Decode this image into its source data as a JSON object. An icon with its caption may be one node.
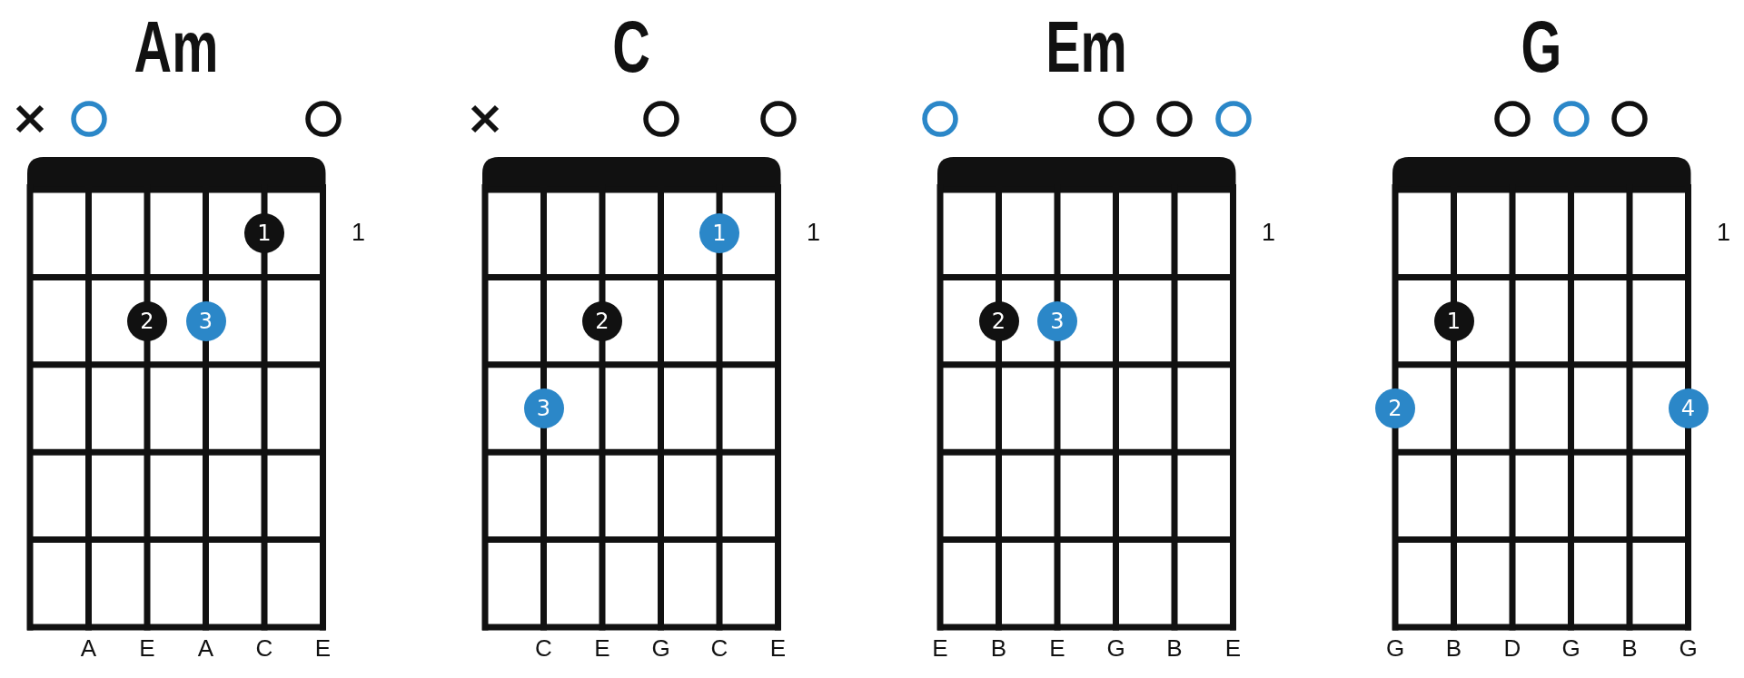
{
  "diagram": {
    "nodes": [
      {
        "text": [
          "Am"
        ],
        "beside": [
          "1"
        ]
      },
      {
        "text": [
          "1"
        ],
        "in": 0
      },
      {
        "text": [
          "2"
        ],
        "in": 0
      },
      {
        "text": [
          "3"
        ],
        "in": 0
      },
      {
        "text": [
          "C"
        ],
        "beside": [
          "1"
        ]
      },
      {
        "text": [
          "1"
        ],
        "in": 4
      },
      {
        "text": [
          "2"
        ],
        "in": 4
      },
      {
        "text": [
          "3"
        ],
        "in": 4
      },
      {
        "text": [
          "Em"
        ],
        "beside": [
          "1"
        ]
      },
      {
        "text": [
          "2"
        ],
        "in": 8
      },
      {
        "text": [
          "3"
        ],
        "in": 8
      },
      {
        "text": [
          "G"
        ],
        "beside": [
          "1"
        ]
      },
      {
        "text": [
          "1"
        ],
        "in": 11
      },
      {
        "text": [
          "2"
        ],
        "in": 11
      },
      {
        "text": [
          "4"
        ],
        "in": 11
      }
    ],
    "labels": [
      "A",
      "E",
      "A",
      "C",
      "E",
      "C",
      "E",
      "G",
      "C",
      "E",
      "E",
      "B",
      "E",
      "G",
      "B",
      "E",
      "G",
      "B",
      "D",
      "G",
      "B",
      "G"
    ]
  }
}
